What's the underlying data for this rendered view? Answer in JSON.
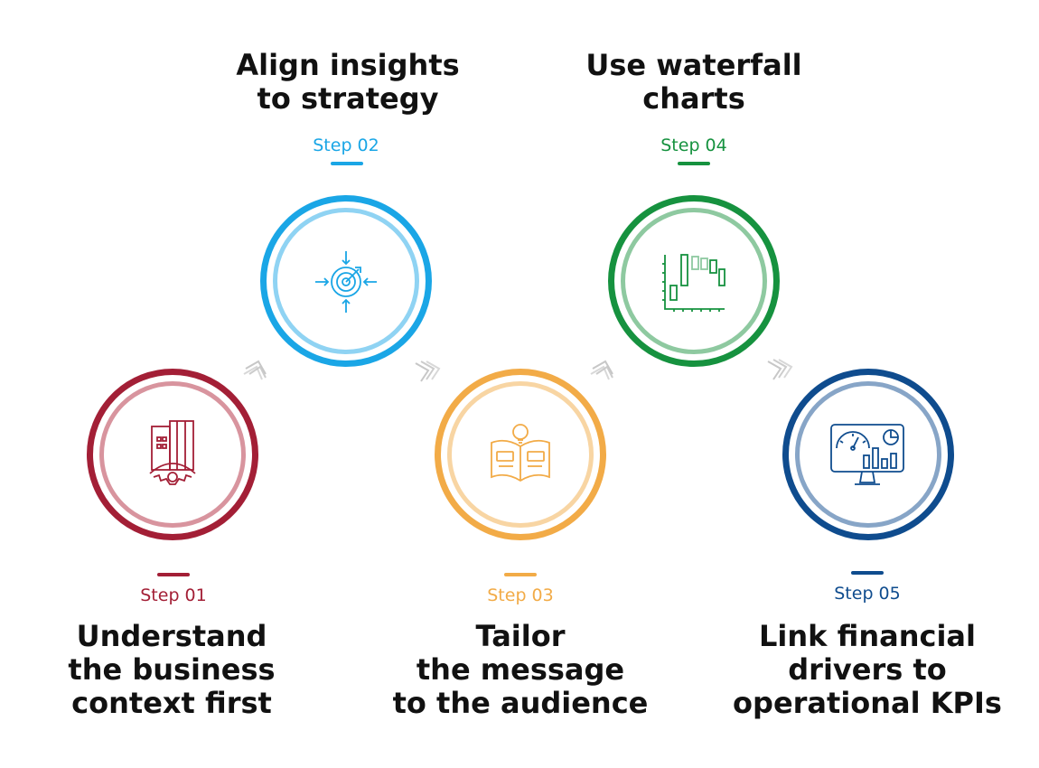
{
  "colors": {
    "step1": "#a31f36",
    "step1_light": "#d8949e",
    "step2": "#1aa6e6",
    "step2_light": "#8fd3f3",
    "step3": "#f2ab47",
    "step3_light": "#f8d5a3",
    "step4": "#16923f",
    "step4_light": "#8ec9a0",
    "step5": "#0f4c8e",
    "step5_light": "#87a5c7",
    "arrow": "#c7c7c7",
    "title": "#111111"
  },
  "steps": [
    {
      "label": "Step 01",
      "title_lines": [
        "Understand",
        "the business",
        "context first"
      ],
      "icon": "building-gear-icon"
    },
    {
      "label": "Step 02",
      "title_lines": [
        "Align insights",
        "to strategy"
      ],
      "icon": "target-arrows-icon"
    },
    {
      "label": "Step 03",
      "title_lines": [
        "Tailor",
        "the message",
        "to the audience"
      ],
      "icon": "book-lightbulb-icon"
    },
    {
      "label": "Step 04",
      "title_lines": [
        "Use waterfall",
        "charts"
      ],
      "icon": "waterfall-chart-icon"
    },
    {
      "label": "Step 05",
      "title_lines": [
        "Link financial",
        "drivers to",
        "operational KPIs"
      ],
      "icon": "dashboard-monitor-icon"
    }
  ]
}
